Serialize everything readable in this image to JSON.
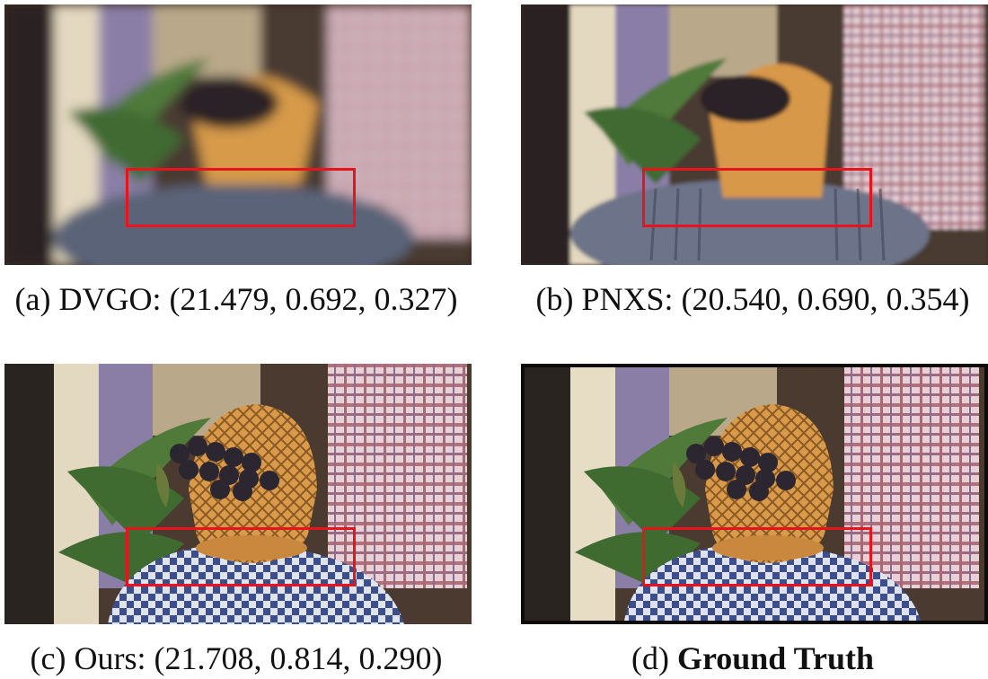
{
  "figure": {
    "panels": [
      {
        "id": "a",
        "letter": "(a)",
        "method": "DVGO:",
        "metrics": "(21.479, 0.692, 0.327)",
        "style": "blurry"
      },
      {
        "id": "b",
        "letter": "(b)",
        "method": "PNXS:",
        "metrics": "(20.540, 0.690, 0.354)",
        "style": "streaky"
      },
      {
        "id": "c",
        "letter": "(c)",
        "method": "Ours:",
        "metrics": "(21.708, 0.814, 0.290)",
        "style": "sharp"
      },
      {
        "id": "d",
        "letter": "(d)",
        "method": "Ground Truth",
        "metrics": "",
        "style": "sharp"
      }
    ],
    "highlight_color": "#e8141b"
  }
}
